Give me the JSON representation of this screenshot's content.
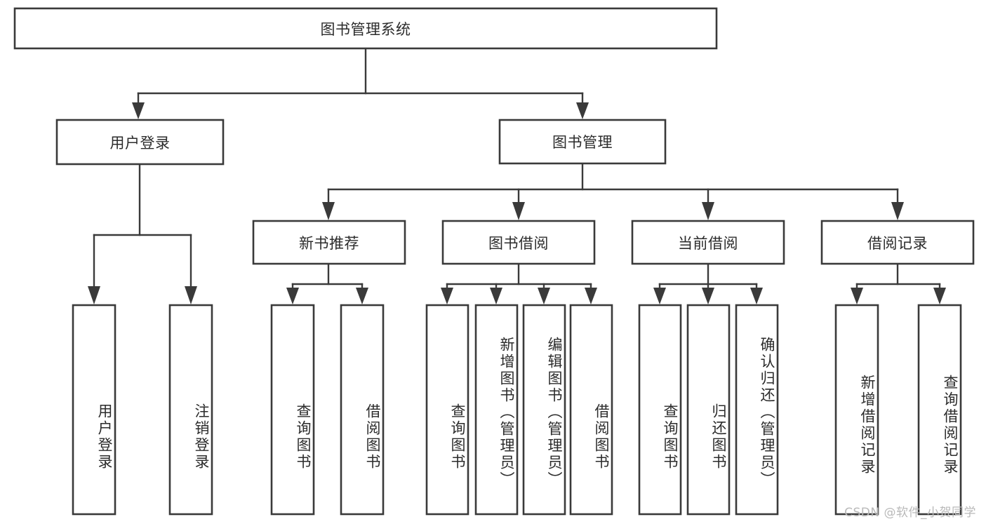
{
  "diagram": {
    "type": "hierarchy-tree",
    "title": "图书管理系统",
    "watermark": "CSDN @软件_小贺同学",
    "root": {
      "label": "图书管理系统",
      "orientation": "horizontal"
    },
    "level1": [
      {
        "label": "用户登录",
        "orientation": "horizontal"
      },
      {
        "label": "图书管理",
        "orientation": "horizontal"
      }
    ],
    "level2": [
      {
        "label": "新书推荐",
        "orientation": "horizontal"
      },
      {
        "label": "图书借阅",
        "orientation": "horizontal"
      },
      {
        "label": "当前借阅",
        "orientation": "horizontal"
      },
      {
        "label": "借阅记录",
        "orientation": "horizontal"
      }
    ],
    "leaves": {
      "user_login": [
        {
          "label": "用户登录",
          "orientation": "vertical"
        },
        {
          "label": "注销登录",
          "orientation": "vertical"
        }
      ],
      "new_book_recommend": [
        {
          "label": "查询图书",
          "orientation": "vertical"
        },
        {
          "label": "借阅图书",
          "orientation": "vertical"
        }
      ],
      "book_borrow": [
        {
          "label": "查询图书",
          "orientation": "vertical"
        },
        {
          "label": "新增图书（管理员）",
          "orientation": "vertical"
        },
        {
          "label": "编辑图书（管理员）",
          "orientation": "vertical"
        },
        {
          "label": "借阅图书",
          "orientation": "vertical"
        }
      ],
      "current_borrow": [
        {
          "label": "查询图书",
          "orientation": "vertical"
        },
        {
          "label": "归还图书",
          "orientation": "vertical"
        },
        {
          "label": "确认归还（管理员）",
          "orientation": "vertical"
        }
      ],
      "borrow_record": [
        {
          "label": "新增借阅记录",
          "orientation": "vertical"
        },
        {
          "label": "查询借阅记录",
          "orientation": "vertical"
        }
      ]
    },
    "colors": {
      "stroke": "#3a3a3a",
      "fill": "#ffffff",
      "text": "#2b2b2b",
      "watermark": "#b9b9b9"
    }
  }
}
